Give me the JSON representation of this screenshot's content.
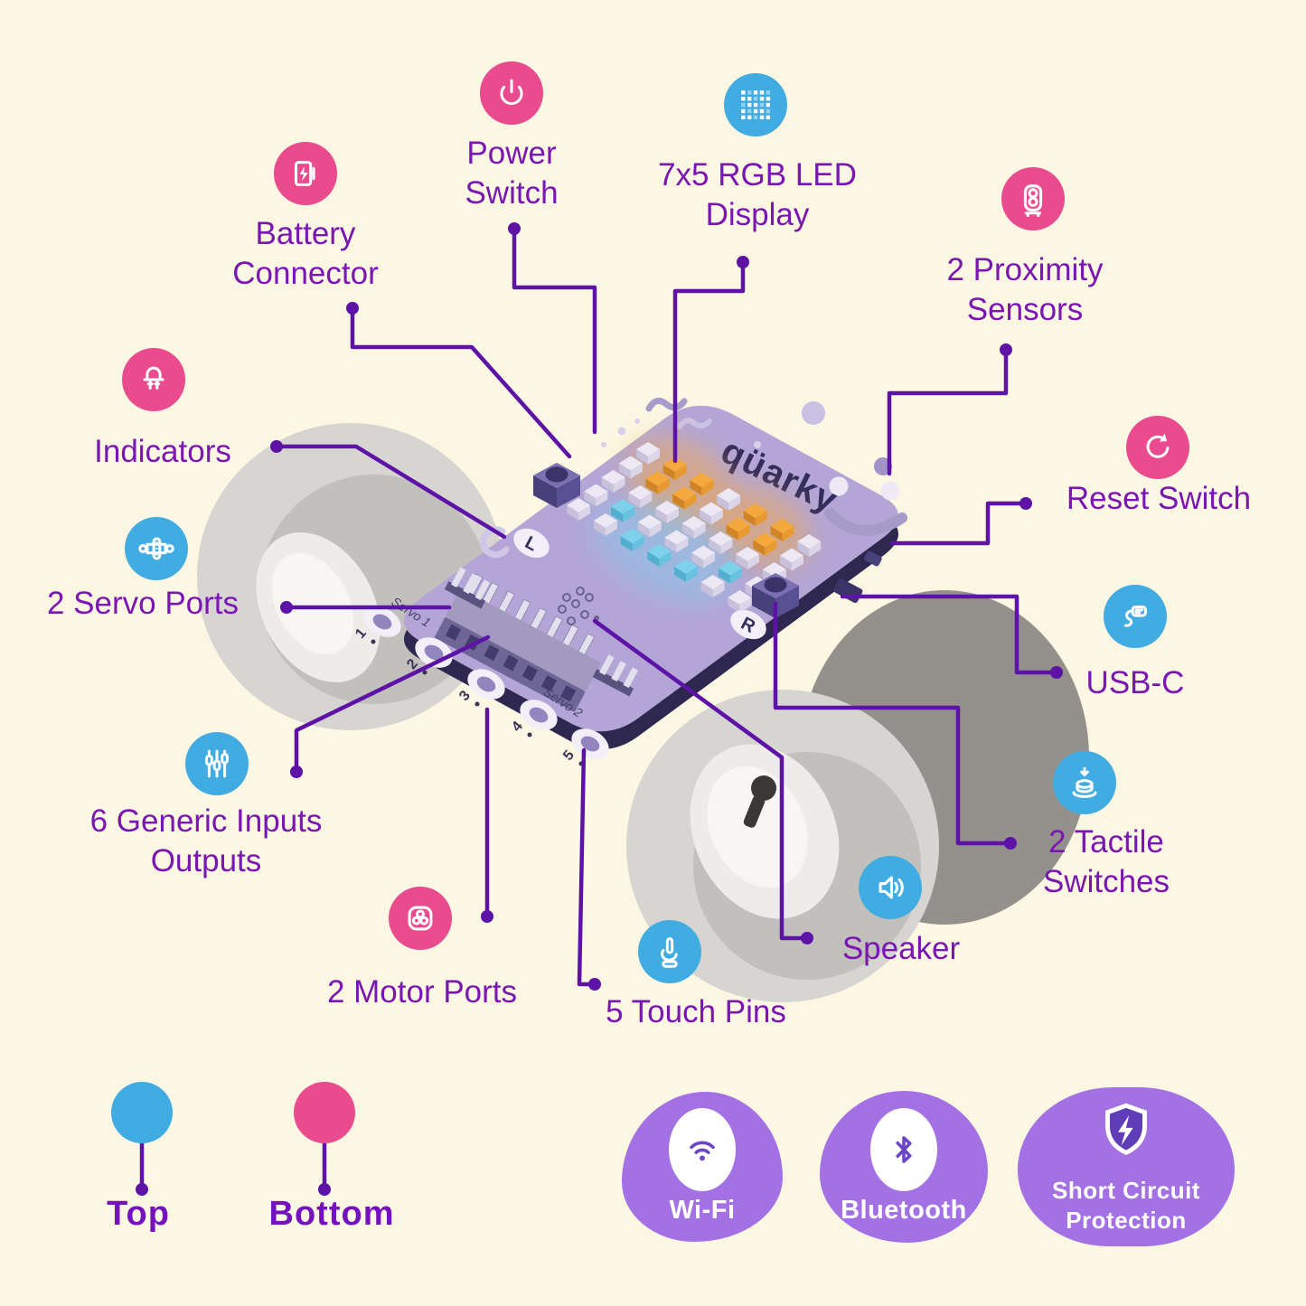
{
  "page": {
    "background": "#FBF7E3"
  },
  "colors": {
    "pink": "#E94B8E",
    "blue": "#41ACE1",
    "label_text": "#7A16B2",
    "connector_line": "#5D13A6",
    "badge_background": "#A471E4",
    "badge_glyph": "#6C46C8"
  },
  "callouts": {
    "power_switch": {
      "text": [
        "Power",
        "Switch"
      ],
      "icon": "power-icon",
      "color": "pink"
    },
    "battery_connector": {
      "text": [
        "Battery",
        "Connector"
      ],
      "icon": "battery-connector-icon",
      "color": "pink"
    },
    "led_display": {
      "text": [
        "7x5 RGB LED",
        "Display"
      ],
      "icon": "led-matrix-icon",
      "color": "blue"
    },
    "proximity_sensors": {
      "text": [
        "2 Proximity",
        "Sensors"
      ],
      "icon": "proximity-sensor-icon",
      "color": "pink"
    },
    "indicators": {
      "text": [
        "Indicators"
      ],
      "icon": "led-indicator-icon",
      "color": "pink"
    },
    "reset_switch": {
      "text": [
        "Reset Switch"
      ],
      "icon": "reset-icon",
      "color": "pink"
    },
    "servo_ports": {
      "text": [
        "2 Servo Ports"
      ],
      "icon": "servo-motor-icon",
      "color": "blue"
    },
    "usb_c": {
      "text": [
        "USB-C"
      ],
      "icon": "usb-c-icon",
      "color": "blue"
    },
    "generic_io": {
      "text": [
        "6 Generic Inputs",
        "Outputs"
      ],
      "icon": "sliders-icon",
      "color": "blue"
    },
    "tactile_switches": {
      "text": [
        "2 Tactile",
        "Switches"
      ],
      "icon": "push-button-icon",
      "color": "blue"
    },
    "motor_ports": {
      "text": [
        "2 Motor Ports"
      ],
      "icon": "motor-fan-icon",
      "color": "pink"
    },
    "touch_pins": {
      "text": [
        "5 Touch Pins"
      ],
      "icon": "touch-hand-icon",
      "color": "blue"
    },
    "speaker": {
      "text": [
        "Speaker"
      ],
      "icon": "speaker-icon",
      "color": "blue"
    }
  },
  "legend": {
    "top": {
      "label": "Top",
      "color": "#41ACE1"
    },
    "bottom": {
      "label": "Bottom",
      "color": "#E94B8E"
    }
  },
  "feature_badges": {
    "wifi": {
      "label": "Wi-Fi",
      "icon": "wifi-icon"
    },
    "bluetooth": {
      "label": "Bluetooth",
      "icon": "bluetooth-icon"
    },
    "short_circuit": {
      "text": [
        "Short Circuit",
        "Protection"
      ],
      "icon": "shield-bolt-icon"
    }
  },
  "board": {
    "logo": "qüarky",
    "left_button_label": "L",
    "right_button_label": "R",
    "servo1_label": "Servo 1",
    "servo2_label": "Servo 2",
    "touch_pad_labels": [
      "1",
      "2",
      "3",
      "4",
      "5"
    ],
    "led_grid": [
      [
        "w",
        "o",
        "o",
        "w",
        "o",
        "o",
        "w"
      ],
      [
        "w",
        "o",
        "o",
        "w",
        "o",
        "o",
        "w"
      ],
      [
        "w",
        "w",
        "w",
        "w",
        "w",
        "w",
        "w"
      ],
      [
        "w",
        "c",
        "w",
        "w",
        "w",
        "c",
        "w"
      ],
      [
        "w",
        "w",
        "c",
        "c",
        "c",
        "w",
        "w"
      ]
    ],
    "led_colors": {
      "w": {
        "top": "#ECE9F5",
        "left": "#C7C1DC",
        "right": "#DAD5E8"
      },
      "o": {
        "top": "#F5A93C",
        "left": "#D18426",
        "right": "#E89A31"
      },
      "c": {
        "top": "#7DD1EB",
        "left": "#52AFD0",
        "right": "#67C2DF"
      }
    }
  }
}
